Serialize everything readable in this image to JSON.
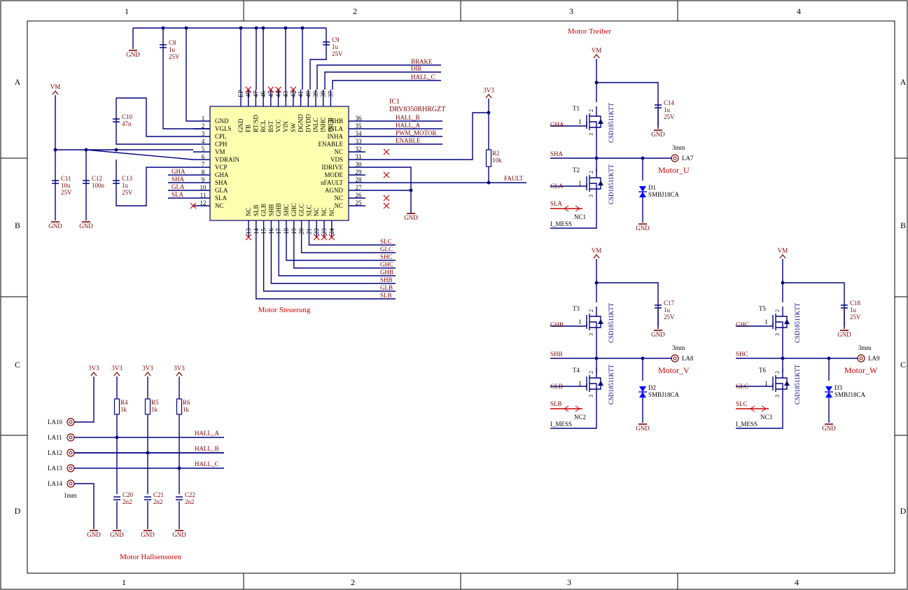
{
  "frame": {
    "columns": [
      "1",
      "2",
      "3",
      "4"
    ],
    "rows": [
      "A",
      "B",
      "C",
      "D"
    ]
  },
  "sections": {
    "driver": "Motor Treiber",
    "control": "Motor Steuerung",
    "hall": "Motor Hallsensoren"
  },
  "ic": {
    "ref": "IC1",
    "part": "DRV8350RHRGZT",
    "left_pins": [
      {
        "num": "1",
        "name": "GND"
      },
      {
        "num": "2",
        "name": "VGLS"
      },
      {
        "num": "3",
        "name": "CPL"
      },
      {
        "num": "4",
        "name": "CPH"
      },
      {
        "num": "5",
        "name": "VM"
      },
      {
        "num": "6",
        "name": "VDRAIN"
      },
      {
        "num": "7",
        "name": "VCP"
      },
      {
        "num": "8",
        "name": "GHA"
      },
      {
        "num": "9",
        "name": "SHA"
      },
      {
        "num": "10",
        "name": "GLA"
      },
      {
        "num": "11",
        "name": "SLA"
      },
      {
        "num": "12",
        "name": "NC"
      }
    ],
    "right_pins": [
      {
        "num": "36",
        "name": "INHB"
      },
      {
        "num": "35",
        "name": "INLA"
      },
      {
        "num": "34",
        "name": "INHA"
      },
      {
        "num": "33",
        "name": "ENABLE"
      },
      {
        "num": "32",
        "name": "NC"
      },
      {
        "num": "31",
        "name": "VDS"
      },
      {
        "num": "30",
        "name": "IDRIVE"
      },
      {
        "num": "29",
        "name": "MODE"
      },
      {
        "num": "28",
        "name": "nFAULT"
      },
      {
        "num": "27",
        "name": "AGND"
      },
      {
        "num": "26",
        "name": "NC"
      },
      {
        "num": "25",
        "name": "NC"
      }
    ],
    "top_pins": [
      {
        "num": "EP",
        "name": "GND"
      },
      {
        "num": "48",
        "name": "FB"
      },
      {
        "num": "47",
        "name": "RT/SD"
      },
      {
        "num": "46",
        "name": "RCL"
      },
      {
        "num": "45",
        "name": "BST"
      },
      {
        "num": "44",
        "name": "VCC"
      },
      {
        "num": "43",
        "name": "VIN"
      },
      {
        "num": "42",
        "name": "SW"
      },
      {
        "num": "41",
        "name": "DGND"
      },
      {
        "num": "40",
        "name": "DVDD"
      },
      {
        "num": "39",
        "name": "INLC"
      },
      {
        "num": "38",
        "name": "INHC"
      },
      {
        "num": "37",
        "name": "INLB"
      }
    ],
    "bottom_pins": [
      {
        "num": "13",
        "name": "NC"
      },
      {
        "num": "14",
        "name": "SLB"
      },
      {
        "num": "15",
        "name": "GLB"
      },
      {
        "num": "16",
        "name": "SHB"
      },
      {
        "num": "17",
        "name": "GHB"
      },
      {
        "num": "18",
        "name": "SHC"
      },
      {
        "num": "19",
        "name": "GHC"
      },
      {
        "num": "20",
        "name": "GLC"
      },
      {
        "num": "21",
        "name": "SLC"
      },
      {
        "num": "22",
        "name": "NC"
      },
      {
        "num": "23",
        "name": "NC"
      },
      {
        "num": "24",
        "name": "NC"
      }
    ]
  },
  "nets": {
    "top_right": [
      "BRAKE",
      "DIR",
      "HALL_C"
    ],
    "right": [
      "HALL_B",
      "HALL_A",
      "PWM_MOTOR",
      "ENABLE"
    ],
    "left": [
      "GHA",
      "SHA",
      "GLA",
      "SLA"
    ],
    "bottom": [
      "SLC",
      "GLC",
      "SHC",
      "GHC",
      "GHB",
      "SHB",
      "GLB",
      "SLB"
    ],
    "fault": "FAULT"
  },
  "power": {
    "gnd": "GND",
    "vm": "VM",
    "v33": "3V3"
  },
  "caps": {
    "C8": {
      "ref": "C8",
      "v1": "1u",
      "v2": "25V"
    },
    "C9": {
      "ref": "C9",
      "v1": "1u",
      "v2": "25V"
    },
    "C10": {
      "ref": "C10",
      "v1": "47n",
      "v2": ""
    },
    "C11": {
      "ref": "C11",
      "v1": "10u",
      "v2": "25V"
    },
    "C12": {
      "ref": "C12",
      "v1": "100n",
      "v2": ""
    },
    "C13": {
      "ref": "C13",
      "v1": "1u",
      "v2": "25V"
    },
    "C20": {
      "ref": "C20",
      "v1": "2n2",
      "v2": ""
    },
    "C21": {
      "ref": "C21",
      "v1": "2n2",
      "v2": ""
    },
    "C22": {
      "ref": "C22",
      "v1": "2n2",
      "v2": ""
    }
  },
  "resistors": {
    "R2": {
      "ref": "R2",
      "val": "10k"
    },
    "R4": {
      "ref": "R4",
      "val": "1k"
    },
    "R5": {
      "ref": "R5",
      "val": "1k"
    },
    "R6": {
      "ref": "R6",
      "val": "1k"
    }
  },
  "phases": [
    {
      "hi": "T1",
      "lo": "T2",
      "cap": "C14",
      "cap_v1": "1u",
      "cap_v2": "25V",
      "diode": "D1",
      "diode_part": "SMBJ18CA",
      "nc": "NC1",
      "pad": "LA7",
      "pad_size": "3mm",
      "motor": "Motor_U",
      "gh": "GHA",
      "sh": "SHA",
      "gl": "GLA",
      "sl": "SLA",
      "imess": "I_MESS",
      "fet": "CSD18511KTT",
      "g_pin": "1",
      "d_pin": "2",
      "s_pin": "3"
    },
    {
      "hi": "T3",
      "lo": "T4",
      "cap": "C17",
      "cap_v1": "1u",
      "cap_v2": "25V",
      "diode": "D2",
      "diode_part": "SMBJ18CA",
      "nc": "NC2",
      "pad": "LA8",
      "pad_size": "3mm",
      "motor": "Motor_V",
      "gh": "GHB",
      "sh": "SHB",
      "gl": "GLB",
      "sl": "SLB",
      "imess": "I_MESS",
      "fet": "CSD18511KTT",
      "g_pin": "1",
      "d_pin": "2",
      "s_pin": "3"
    },
    {
      "hi": "T5",
      "lo": "T6",
      "cap": "C18",
      "cap_v1": "1u",
      "cap_v2": "25V",
      "diode": "D3",
      "diode_part": "SMBJ18CA",
      "nc": "NC3",
      "pad": "LA9",
      "pad_size": "3mm",
      "motor": "Motor_W",
      "gh": "GHC",
      "sh": "SHC",
      "gl": "GLC",
      "sl": "SLC",
      "imess": "I_MESS",
      "fet": "CSD18511KTT",
      "g_pin": "1",
      "d_pin": "2",
      "s_pin": "3"
    }
  ],
  "hall": {
    "pads": [
      "LA10",
      "LA11",
      "LA12",
      "LA13",
      "LA14"
    ],
    "pad_size": "1mm",
    "nets": [
      "HALL_A",
      "HALL_B",
      "HALL_C"
    ]
  },
  "colors": {
    "wire": "#00007f",
    "label": "#7f0000",
    "title": "#cc0000",
    "ic_fill": "#ffffb0",
    "nc": "#cc0000",
    "frame": "#000000",
    "diode": "#0000ff"
  }
}
